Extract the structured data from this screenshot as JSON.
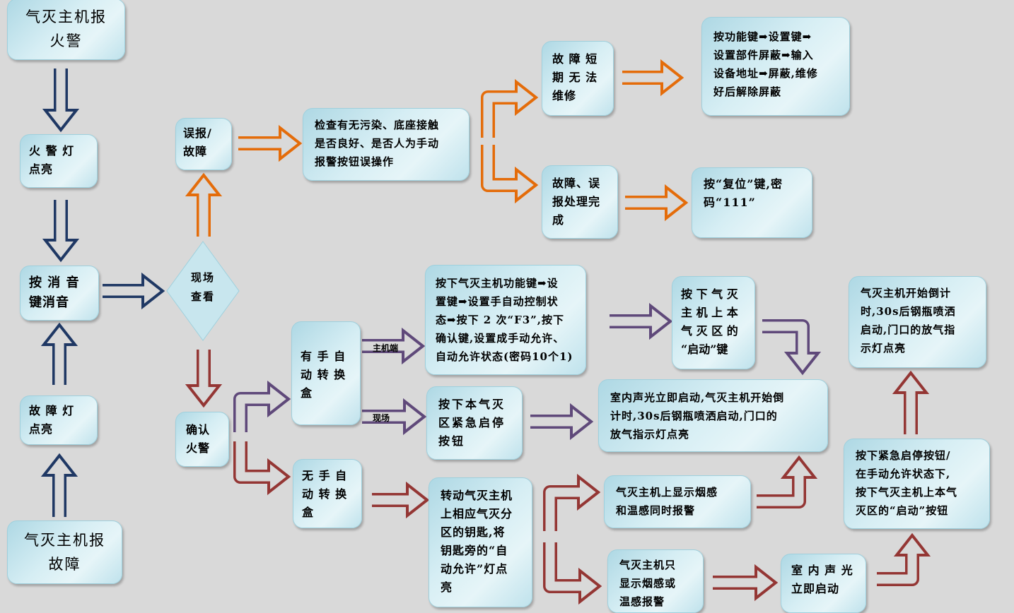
{
  "colors": {
    "navy": "#1f3864",
    "orange": "#e46c0a",
    "purple": "#5f497a",
    "red": "#943634",
    "background": "#d9d9d9"
  },
  "nodes": {
    "fire_alarm": "气灭主机报\n火警",
    "fire_light": "火 警 灯\n点亮",
    "silence": "按 消 音\n键消音",
    "fault_light": "故 障 灯\n点亮",
    "fault_alarm": "气灭主机报\n故障",
    "onsite_check": "现场\n查看",
    "false_alarm": "误报/\n故障",
    "check": "检查有无污染、底座接触\n是否良好、是否人为手动\n报警按钮误操作",
    "short_fault": "故 障 短\n期 无 法\n维修",
    "shield": "按功能键➡设置键➡\n设置部件屏蔽➡输入\n设备地址➡屏蔽,维修\n好后解除屏蔽",
    "handled": "故障、误\n报处理完\n成",
    "reset": "按“复位”键,密\n码“111”",
    "confirm_fire": "确认\n火警",
    "with_box": "有 手 自\n动 转 换\n盒",
    "without_box": "无 手 自\n动 转 换\n盒",
    "host_set": "按下气灭主机功能键➡设\n置键➡设置手自动控制状\n态➡按下 2 次“F3”,按下\n确认键,设置成手动允许、\n自动允许状态(密码10个1)",
    "emergency_btn": "按下本气灭\n区紧急启停\n按钮",
    "host_start": "按 下 气 灭\n主 机 上 本\n气 灭 区 的\n“启动”键",
    "sound_light_countdown": "室内声光立即启动,气灭主机开始倒\n计时,30s后钢瓶喷洒启动,门口的\n放气指示灯点亮",
    "countdown": "气灭主机开始倒计\n时,30s后钢瓶喷洒\n启动,门口的放气指\n示灯点亮",
    "press_emergency": "按下紧急启停按钮/\n在手动允许状态下,\n按下气灭主机上本气\n灭区的“启动”按钮",
    "turn_key": "转动气灭主机\n上相应气灭分\n区的钥匙,将\n钥匙旁的“自\n动允许”灯点\n亮",
    "both_sensors": "气灭主机上显示烟感\n和温感同时报警",
    "one_sensor": "气灭主机只\n显示烟感或\n温感报警",
    "sound_light": "室 内 声 光\n立即启动"
  },
  "labels": {
    "host_side": "主机端",
    "onsite": "现场"
  }
}
